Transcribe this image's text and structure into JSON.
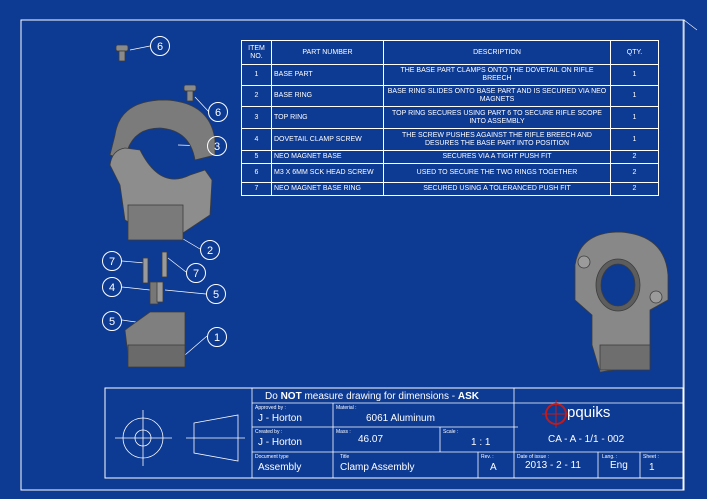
{
  "bom": {
    "headers": {
      "item": "ITEM NO.",
      "part": "PART NUMBER",
      "desc": "DESCRIPTION",
      "qty": "QTY."
    },
    "rows": [
      {
        "item": "1",
        "part": "BASE PART",
        "desc": "THE BASE PART CLAMPS ONTO THE DOVETAIL ON RIFLE BREECH",
        "qty": "1"
      },
      {
        "item": "2",
        "part": "BASE RING",
        "desc": "BASE RING SLIDES ONTO BASE PART AND IS SECURED VIA NEO MAGNETS",
        "qty": "1"
      },
      {
        "item": "3",
        "part": "TOP RING",
        "desc": "TOP RING SECURES USING PART 6 TO SECURE RIFLE SCOPE INTO ASSEMBLY",
        "qty": "1"
      },
      {
        "item": "4",
        "part": "DOVETAIL CLAMP SCREW",
        "desc": "THE SCREW PUSHES AGAINST THE RIFLE BREECH AND DESURES THE BASE PART INTO POSITION",
        "qty": "1"
      },
      {
        "item": "5",
        "part": "NEO MAGNET BASE",
        "desc": "SECURES VIA A TIGHT PUSH FIT",
        "qty": "2"
      },
      {
        "item": "6",
        "part": "M3 X 6MM SCK HEAD SCREW",
        "desc": "USED TO SECURE THE TWO RINGS TOGETHER",
        "qty": "2"
      },
      {
        "item": "7",
        "part": "NEO MAGNET BASE RING",
        "desc": "SECURED USING A TOLERANCED PUSH FIT",
        "qty": "2"
      }
    ]
  },
  "callouts": [
    "6",
    "6",
    "3",
    "2",
    "7",
    "7",
    "4",
    "5",
    "5",
    "1"
  ],
  "title_block": {
    "warning_prefix": "Do ",
    "warning_bold": "NOT",
    "warning_suffix": " measure drawing for dimensions - ",
    "warning_end": "ASK",
    "approved_label": "Approved by :",
    "approved_value": "J - Horton",
    "material_label": "Material :",
    "material_value": "6061 Aluminum",
    "created_label": "Created by :",
    "created_value": "J - Horton",
    "mass_label": "Mass :",
    "mass_value": "46.07",
    "scale_label": "Scale :",
    "scale_value": "1 : 1",
    "drawing_number": "CA - A - 1/1 - 002",
    "doctype_label": "Document type",
    "doctype_value": "Assembly",
    "title_label": "Title",
    "title_value": "Clamp Assembly",
    "rev_label": "Rev. :",
    "rev_value": "A",
    "date_label": "Date of issue :",
    "date_value": "2013 - 2 - 11",
    "lang_label": "Lang. :",
    "lang_value": "Eng",
    "sheet_label": "Sheet :",
    "sheet_value": "1",
    "logo_text": "pquiks"
  },
  "colors": {
    "background": "#0d3a93",
    "line": "#ffffff",
    "logo_red": "#c21a1a",
    "part_gray": "#8a8a8a"
  }
}
